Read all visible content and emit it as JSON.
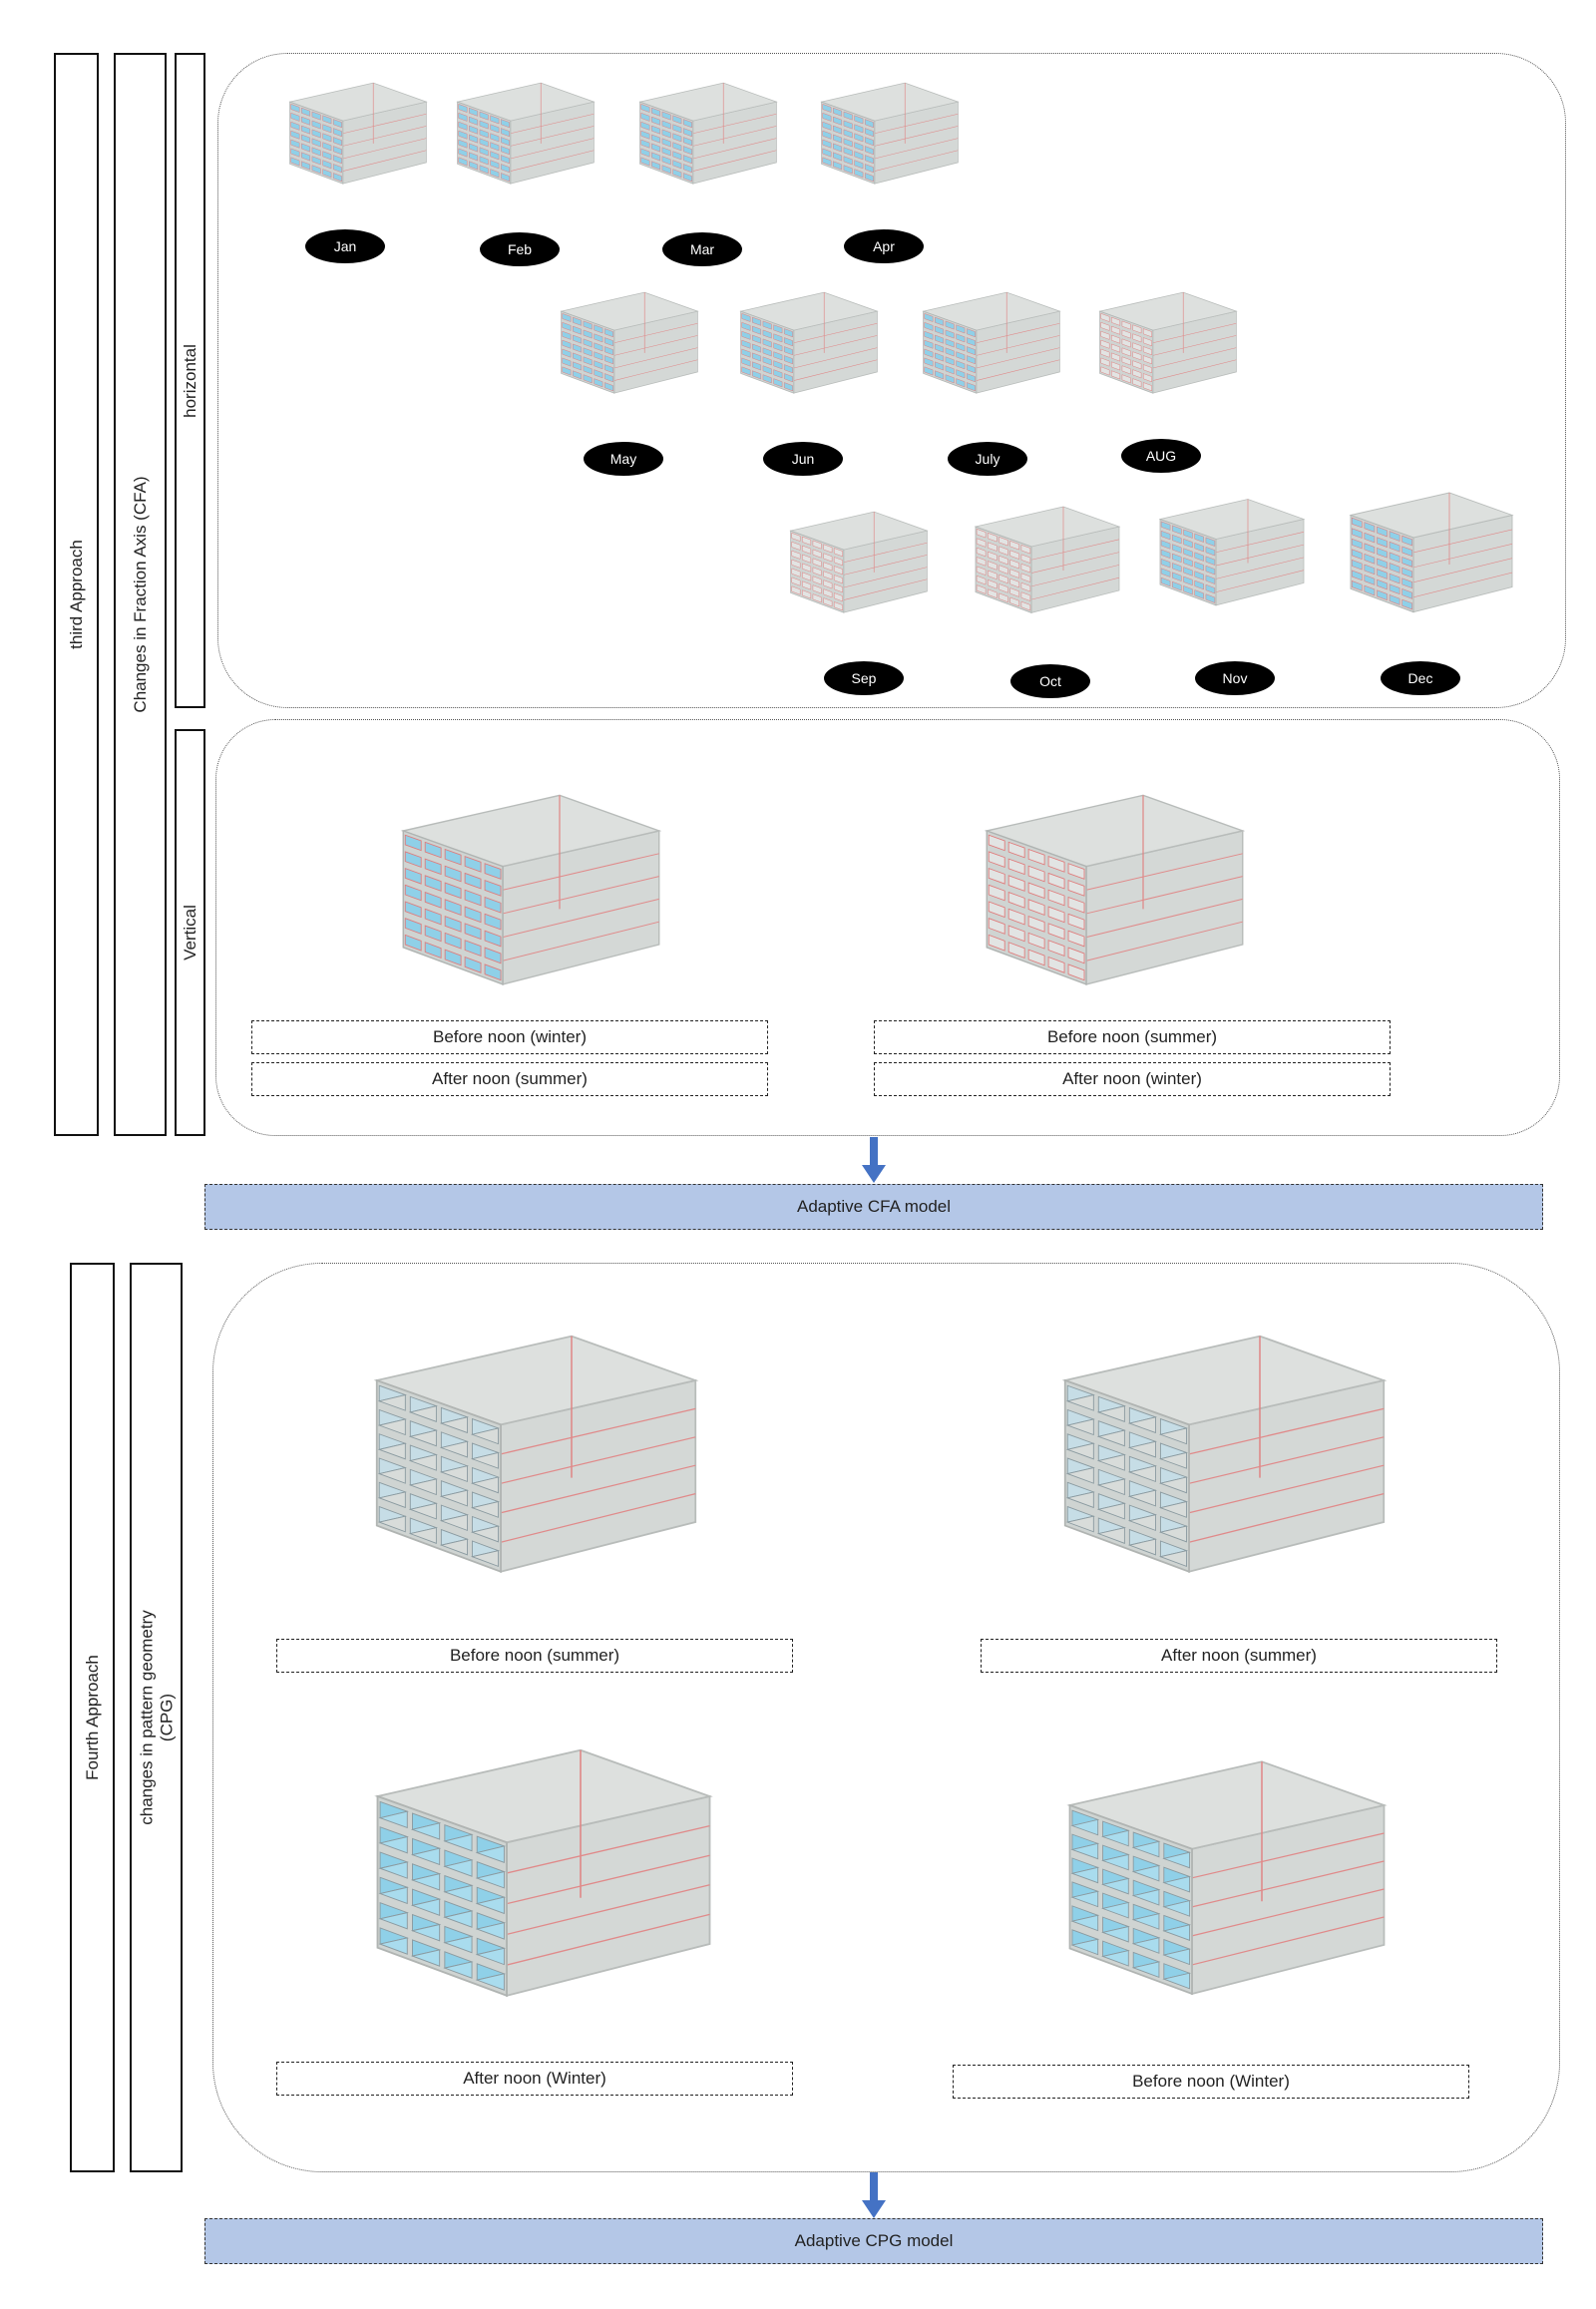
{
  "third": {
    "approach_label": "third Approach",
    "axis_label": "Changes in Fraction Axis (CFA)",
    "horizontal_label": "horizontal",
    "vertical_label": "Vertical",
    "months": [
      "Jan",
      "Feb",
      "Mar",
      "Apr",
      "May",
      "Jun",
      "July",
      "AUG",
      "Sep",
      "Oct",
      "Nov",
      "Dec"
    ],
    "vertical_captions": [
      [
        "Before noon (winter)",
        "After noon (summer)"
      ],
      [
        "Before noon (summer)",
        "After noon (winter)"
      ]
    ],
    "model_label": "Adaptive CFA model"
  },
  "fourth": {
    "approach_label": "Fourth Approach",
    "pattern_label_line1": "changes in pattern geometry",
    "pattern_label_line2": "(CPG)",
    "captions": [
      "Before noon (summer)",
      "After noon (summer)",
      "After noon (Winter)",
      "Before noon (Winter)"
    ],
    "model_label": "Adaptive CPG model"
  },
  "colors": {
    "arrow": "#4472c4",
    "model_fill": "#b4c7e7",
    "glass": "#c9cfcc",
    "panel_blue": "#8fd0e8",
    "grid_red": "#e06060"
  }
}
